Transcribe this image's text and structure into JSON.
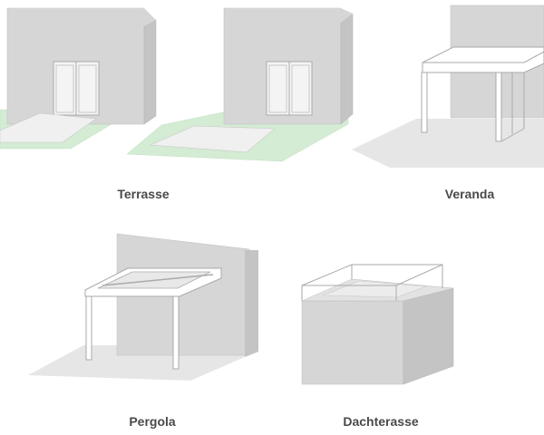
{
  "captions": {
    "terrasse": "Terrasse",
    "veranda": "Veranda",
    "pergola": "Pergola",
    "dachterasse": "Dachterasse"
  },
  "colors": {
    "wall_front": "#d6d6d6",
    "wall_side": "#c4c4c4",
    "ground": "#e6e6e6",
    "lawn": "#d3ecd3",
    "paving": "#f0f0f0",
    "frame": "#ffffff",
    "outline": "#aaaaaa",
    "caption": "#4a4a4a"
  }
}
